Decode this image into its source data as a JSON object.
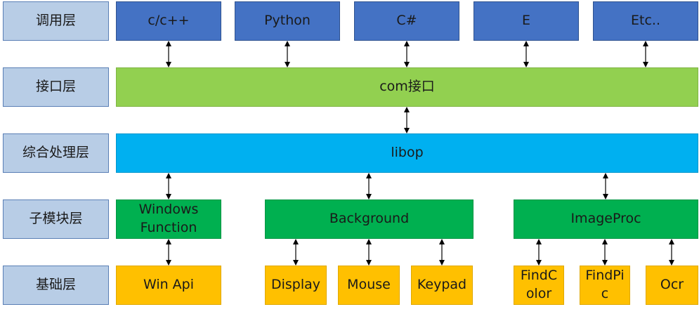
{
  "layers": {
    "call": "调用层",
    "interface": "接口层",
    "processing": "综合处理层",
    "submodule": "子模块层",
    "base": "基础层"
  },
  "languages": [
    "c/c++",
    "Python",
    "C#",
    "E",
    "Etc.."
  ],
  "interface_box": "com接口",
  "core_box": "libop",
  "modules": {
    "windows": "Windows\nFunction",
    "background": "Background",
    "imageproc": "ImageProc"
  },
  "base_items": {
    "winapi": "Win Api",
    "display": "Display",
    "mouse": "Mouse",
    "keypad": "Keypad",
    "findcolor": "FindC\nolor",
    "findpic": "FindPi\nc",
    "ocr": "Ocr"
  },
  "colors": {
    "label_fill": "#b8cde6",
    "language_fill": "#4472c4",
    "interface_fill": "#92d050",
    "core_fill": "#00b0f0",
    "module_fill": "#00b050",
    "base_fill": "#ffc000"
  }
}
